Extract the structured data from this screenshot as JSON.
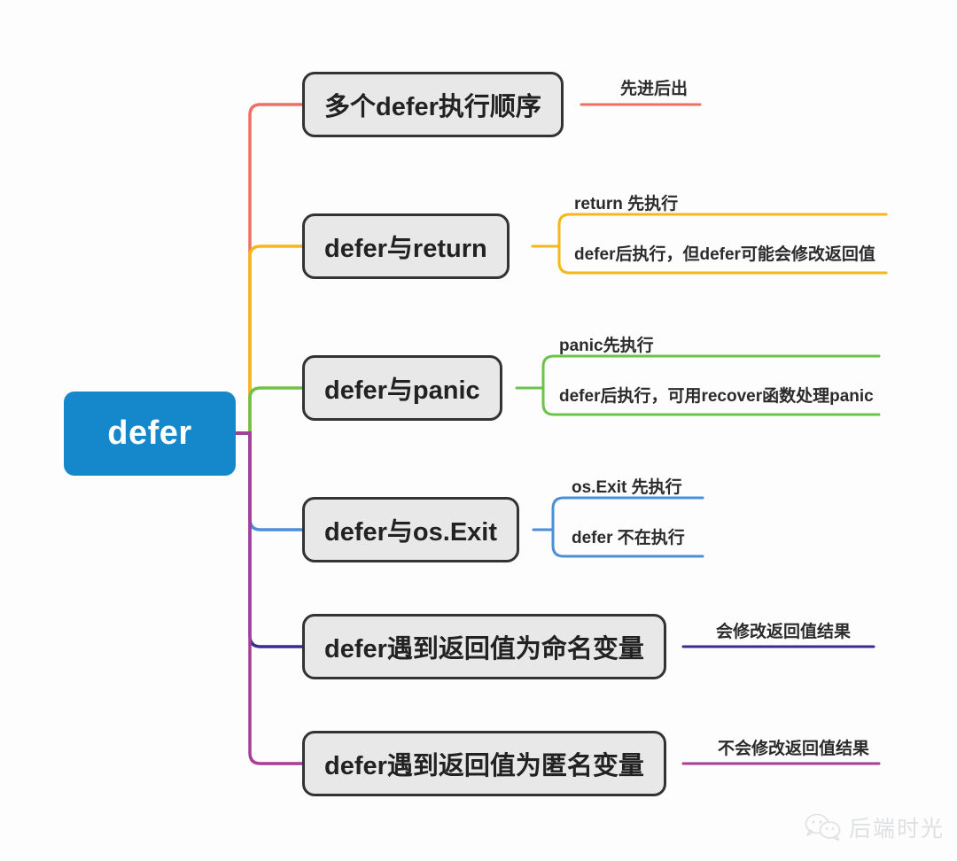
{
  "diagram": {
    "title": "defer",
    "type": "mind-map",
    "root": {
      "label": "defer",
      "color": "#1488ca",
      "text_color": "#ffffff"
    },
    "node_style": {
      "fill": "#e8e8e8",
      "border": "#333333",
      "text_color": "#222222"
    },
    "background": "#fdfdfd",
    "branches": [
      {
        "label": "多个defer执行顺序",
        "color": "#ef7063",
        "leaves": [
          {
            "label": "先进后出"
          }
        ]
      },
      {
        "label": "defer与return",
        "color": "#f5b71a",
        "leaves": [
          {
            "label": "return 先执行"
          },
          {
            "label": "defer后执行，但defer可能会修改返回值"
          }
        ]
      },
      {
        "label": "defer与panic",
        "color": "#6cc24a",
        "leaves": [
          {
            "label": "panic先执行"
          },
          {
            "label": "defer后执行，可用recover函数处理panic"
          }
        ]
      },
      {
        "label": "defer与os.Exit",
        "color": "#4a90d9",
        "leaves": [
          {
            "label": "os.Exit 先执行"
          },
          {
            "label": "defer 不在执行"
          }
        ]
      },
      {
        "label": "defer遇到返回值为命名变量",
        "color": "#3b2d8f",
        "leaves": [
          {
            "label": "会修改返回值结果"
          }
        ]
      },
      {
        "label": "defer遇到返回值为匿名变量",
        "color": "#a93d97",
        "leaves": [
          {
            "label": "不会修改返回值结果"
          }
        ]
      }
    ]
  },
  "watermark": {
    "text": "后端时光",
    "icon": "wechat-icon",
    "color": "#9aa0a6"
  }
}
